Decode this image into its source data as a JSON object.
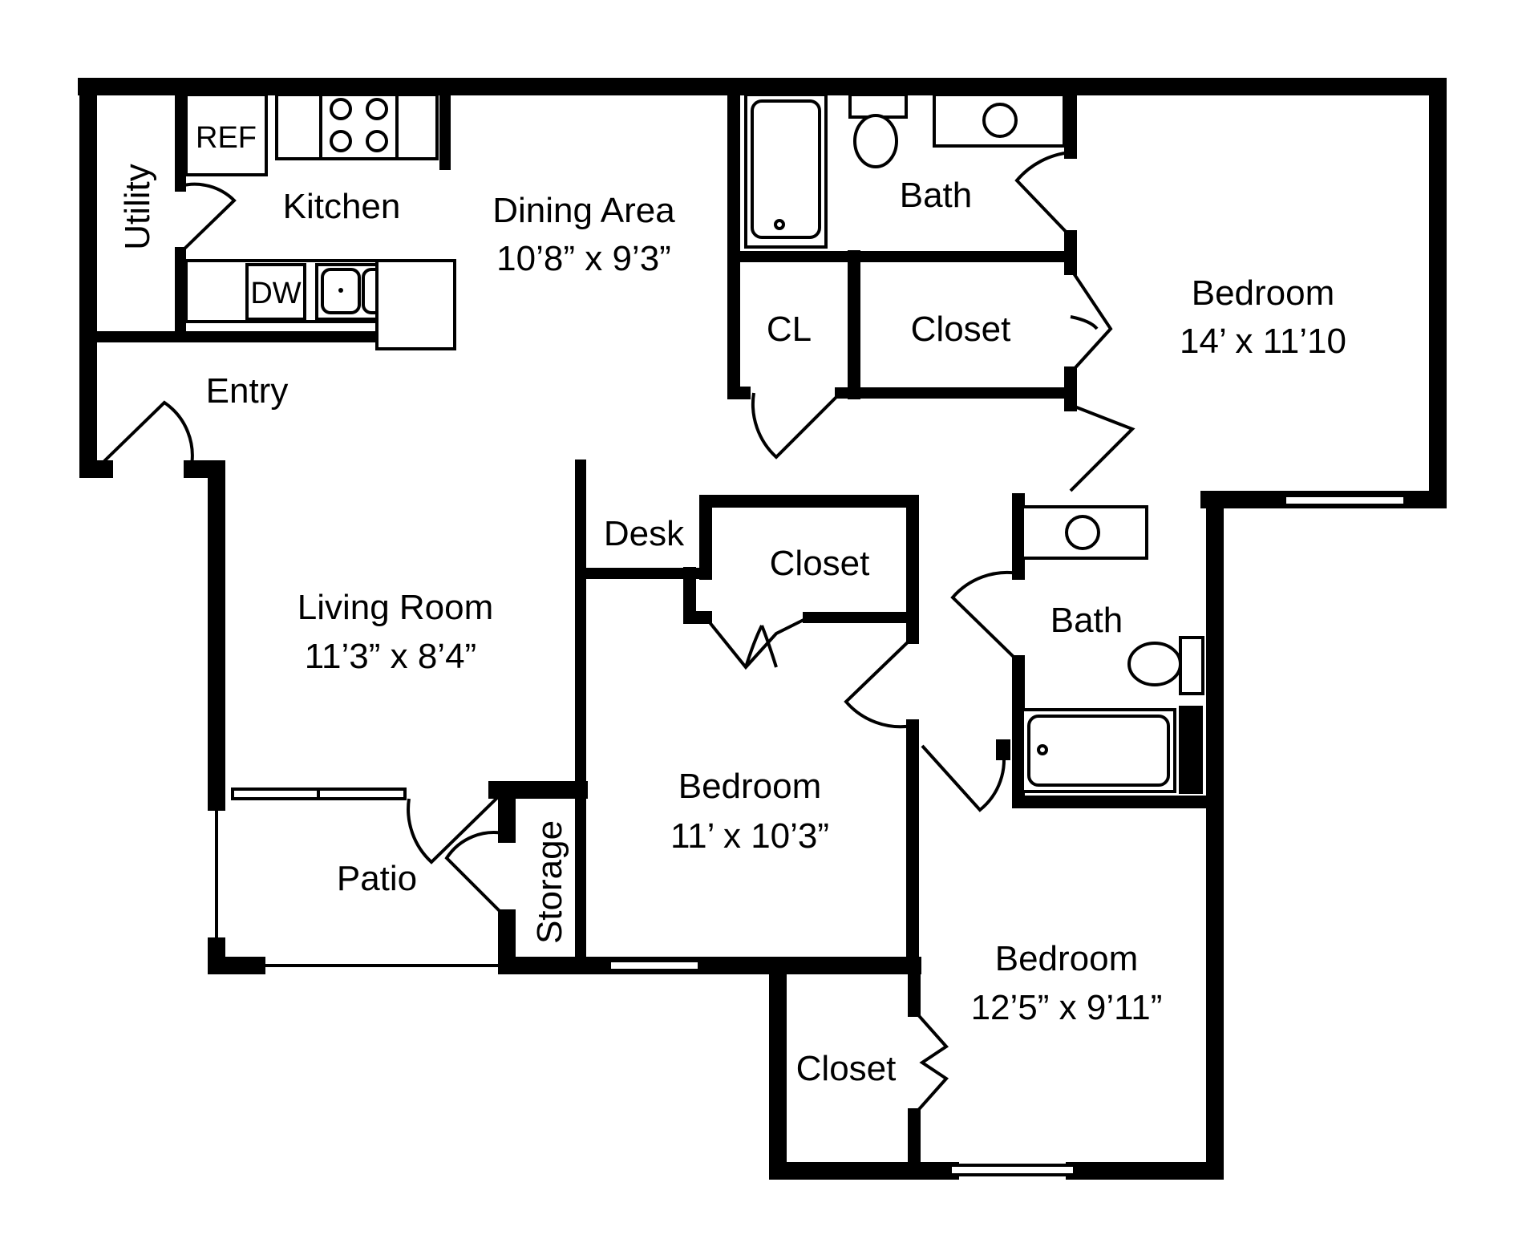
{
  "rooms": {
    "utility": "Utility",
    "ref": "REF",
    "kitchen": "Kitchen",
    "dw": "DW",
    "dining_name": "Dining Area",
    "dining_size": "10’8” x 9’3”",
    "entry": "Entry",
    "living_name": "Living Room",
    "living_size": "11’3” x 8’4”",
    "patio": "Patio",
    "storage": "Storage",
    "desk": "Desk",
    "closet_desk": "Closet",
    "bedroom2_name": "Bedroom",
    "bedroom2_size": "11’ x 10’3”",
    "bath_top": "Bath",
    "cl": "CL",
    "closet_top": "Closet",
    "bedroom1_name": "Bedroom",
    "bedroom1_size": "14’ x 11’10",
    "bath_mid": "Bath",
    "bedroom3_name": "Bedroom",
    "bedroom3_size": "12’5” x 9’11”",
    "closet_bottom": "Closet"
  },
  "colors": {
    "wall": "#000000",
    "background": "#ffffff"
  }
}
